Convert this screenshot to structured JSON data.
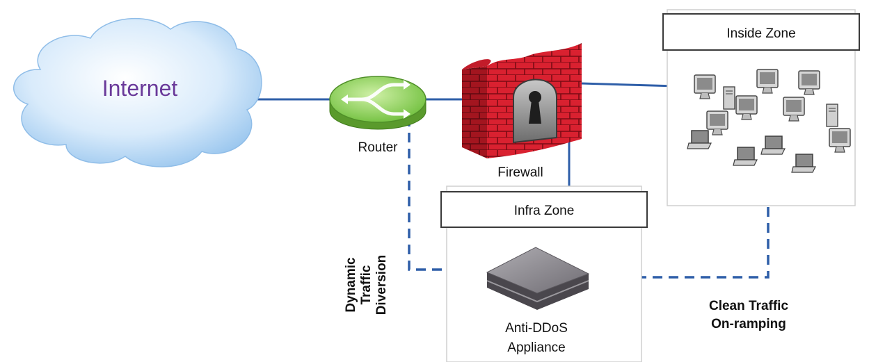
{
  "nodes": {
    "internet": {
      "label": "Internet"
    },
    "router": {
      "label": "Router"
    },
    "firewall": {
      "label": "Firewall"
    },
    "anti_ddos": {
      "label_line1": "Anti-DDoS",
      "label_line2": "Appliance"
    }
  },
  "zones": {
    "inside": {
      "title": "Inside Zone"
    },
    "infra": {
      "title": "Infra Zone"
    }
  },
  "annotations": {
    "diversion": {
      "line1": "Dynamic",
      "line2": "Traffic",
      "line3": "Diversion"
    },
    "onramp": {
      "line1": "Clean Traffic",
      "line2": "On-ramping"
    }
  },
  "colors": {
    "link": "#2e5ea8",
    "internet_text": "#6a3a9a",
    "firewall_brick": "#d92130",
    "router_fill": "#8ed25e",
    "cloud_fill": "#b9d9f5"
  }
}
